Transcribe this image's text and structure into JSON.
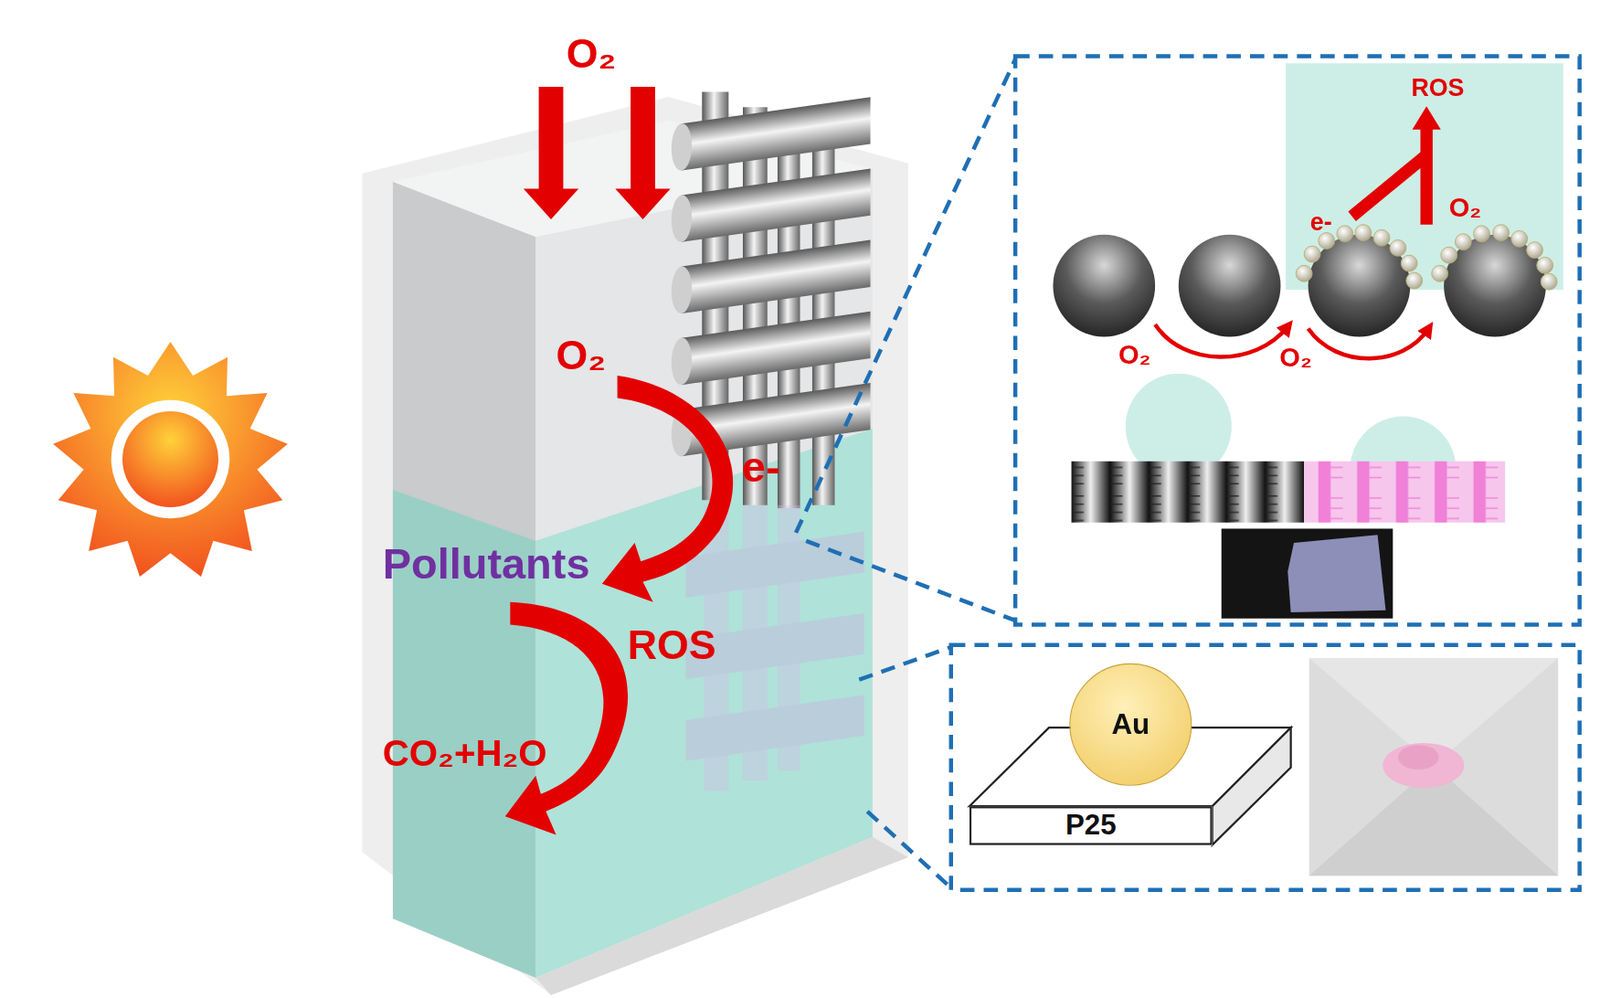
{
  "diagram": {
    "nodes": [
      {
        "text": [
          "Au"
        ]
      },
      {
        "text": [
          "P25"
        ]
      }
    ],
    "labels": [
      "O₂",
      "O₂",
      "e-",
      "Pollutants",
      "ROS",
      "CO₂+H₂O",
      "ROS",
      "e-",
      "O₂",
      "O₂",
      "O₂"
    ]
  }
}
